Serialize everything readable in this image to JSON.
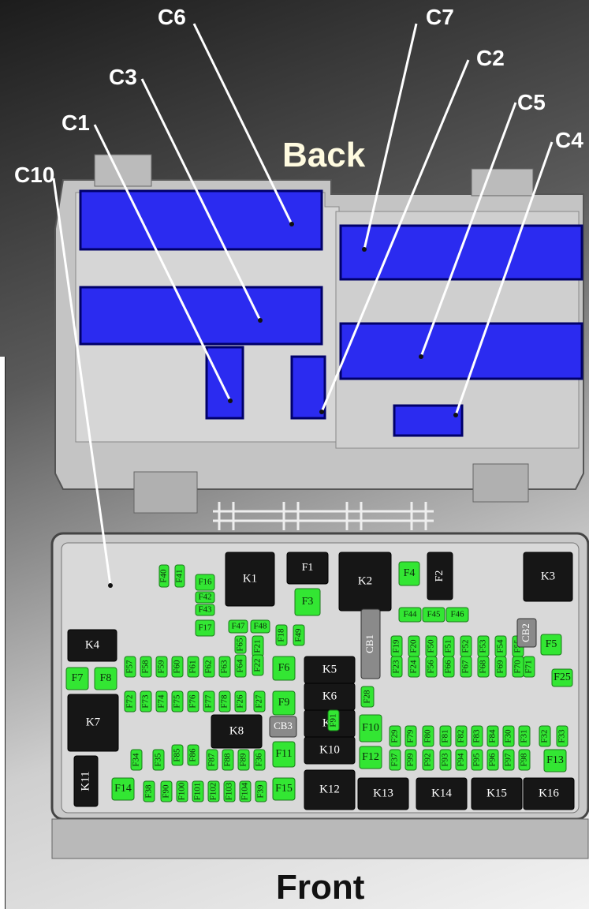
{
  "headings": {
    "back": "Back",
    "front": "Front"
  },
  "connectors": [
    {
      "id": "C6",
      "label": "C6"
    },
    {
      "id": "C7",
      "label": "C7"
    },
    {
      "id": "C3",
      "label": "C3"
    },
    {
      "id": "C2",
      "label": "C2"
    },
    {
      "id": "C5",
      "label": "C5"
    },
    {
      "id": "C1",
      "label": "C1"
    },
    {
      "id": "C4",
      "label": "C4"
    },
    {
      "id": "C10",
      "label": "C10"
    }
  ],
  "relays": [
    "K1",
    "K2",
    "K3",
    "K4",
    "K5",
    "K6",
    "K7",
    "K8",
    "K9",
    "K10",
    "K11",
    "K12",
    "K13",
    "K14",
    "K15",
    "K16"
  ],
  "fuses": [
    "F1",
    "F2",
    "F3",
    "F4",
    "F5",
    "F6",
    "F7",
    "F8",
    "F9",
    "F10",
    "F11",
    "F12",
    "F13",
    "F14",
    "F15",
    "F16",
    "F17",
    "F18",
    "F19",
    "F20",
    "F21",
    "F22",
    "F23",
    "F24",
    "F25",
    "F26",
    "F27",
    "F28",
    "F29",
    "F30",
    "F31",
    "F32",
    "F33",
    "F34",
    "F35",
    "F36",
    "F37",
    "F38",
    "F39",
    "F40",
    "F41",
    "F42",
    "F43",
    "F44",
    "F45",
    "F46",
    "F47",
    "F48",
    "F49",
    "F50",
    "F51",
    "F52",
    "F53",
    "F54",
    "F55",
    "F56",
    "F57",
    "F58",
    "F59",
    "F60",
    "F61",
    "F62",
    "F63",
    "F64",
    "F65",
    "F66",
    "F67",
    "F68",
    "F69",
    "F70",
    "F71",
    "F72",
    "F73",
    "F74",
    "F75",
    "F76",
    "F77",
    "F78",
    "F79",
    "F80",
    "F81",
    "F82",
    "F83",
    "F84",
    "F85",
    "F86",
    "F87",
    "F88",
    "F89",
    "F90",
    "F91",
    "F92",
    "F93",
    "F94",
    "F95",
    "F96",
    "F97",
    "F98",
    "F99",
    "F100",
    "F101",
    "F102",
    "F103",
    "F104"
  ],
  "circuit_breakers": [
    "CB1",
    "CB2",
    "CB3"
  ],
  "colors": {
    "fuse": "#33e633",
    "relay": "#161616",
    "connector": "#2b2bf0",
    "housing": "#c9c9c9"
  }
}
